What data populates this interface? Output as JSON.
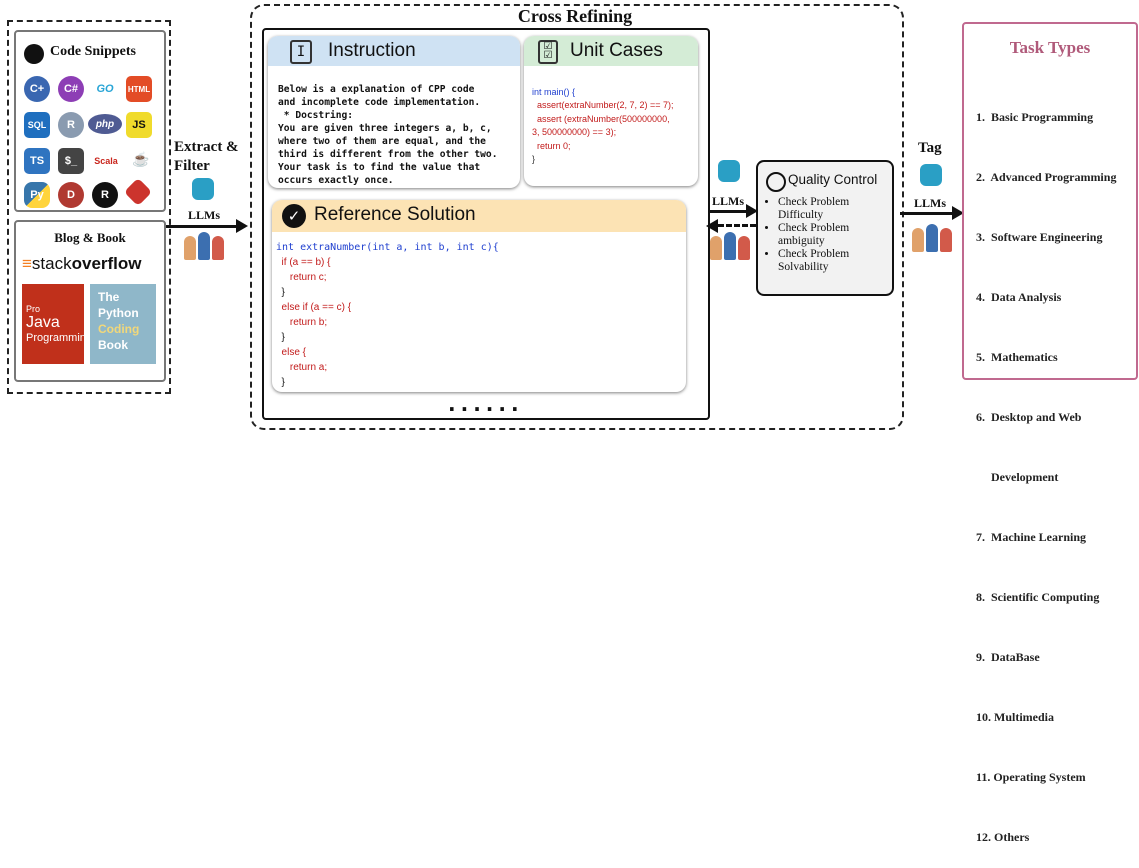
{
  "sources": {
    "code_snippets_title": "Code Snippets",
    "blog_book_title": "Blog & Book",
    "stackoverflow_text_1": "stack",
    "stackoverflow_text_2": "overflow",
    "java_book": {
      "top": "Pro",
      "title1": "Java",
      "title2": "Programming"
    },
    "python_book": {
      "l1": "The",
      "l2": "Python",
      "l3": "Coding",
      "l4": "Book"
    },
    "lang_icons": [
      "C++",
      "C#",
      "Go",
      "HTML",
      "SQL",
      "R",
      "php",
      "JS",
      "TS",
      "Shell",
      "Scala",
      "Java",
      "Python",
      "D",
      "Rust",
      "Ruby"
    ]
  },
  "extract": {
    "label_line1": "Extract &",
    "label_line2": "Filter",
    "llm_label": "LLMs"
  },
  "cross_refining": {
    "title": "Cross Refining",
    "instruction": {
      "title": "Instruction",
      "lines": [
        "Below is a explanation of CPP code",
        "and incomplete code implementation.",
        " * Docstring:",
        "You are given three integers a, b, c,",
        "where two of them are equal, and the",
        "third is different from the other two.",
        "Your task is to find the value that",
        "occurs exactly once.",
        "......"
      ]
    },
    "unit_cases": {
      "title": "Unit Cases",
      "lines": [
        "int main() {",
        "  assert(extraNumber(2, 7, 2) == 7);",
        "  assert (extraNumber(500000000,",
        "3, 500000000) == 3);",
        "  return 0;",
        "}"
      ]
    },
    "reference": {
      "title": "Reference Solution",
      "lines": [
        "int extraNumber(int a, int b, int c){",
        "  if (a == b) {",
        "     return c;",
        "  }",
        "  else if (a == c) {",
        "     return b;",
        "  }",
        "  else {",
        "     return a;",
        "  }",
        "}"
      ]
    },
    "ellipsis": "......"
  },
  "quality": {
    "llm_label": "LLMs",
    "title": "Quality Control",
    "items": [
      "Check Problem Difficulty",
      "Check Problem ambiguity",
      "Check Problem Solvability"
    ]
  },
  "tag": {
    "label": "Tag",
    "llm_label": "LLMs"
  },
  "task_types": {
    "title": "Task Types",
    "items": [
      "1.  Basic Programming",
      "2.  Advanced Programming",
      "3.  Software Engineering",
      "4.  Data Analysis",
      "5.  Mathematics",
      "6.  Desktop and Web",
      "     Development",
      "7.  Machine Learning",
      "8.  Scientific Computing",
      "9.  DataBase",
      "10. Multimedia",
      "11. Operating System",
      "12. Others"
    ]
  },
  "colors": {
    "instruction": "#cfe2f3",
    "unit_cases": "#d4ecd6",
    "reference": "#fce3b4",
    "task_border": "#c0698f",
    "task_title": "#b05a7a"
  }
}
